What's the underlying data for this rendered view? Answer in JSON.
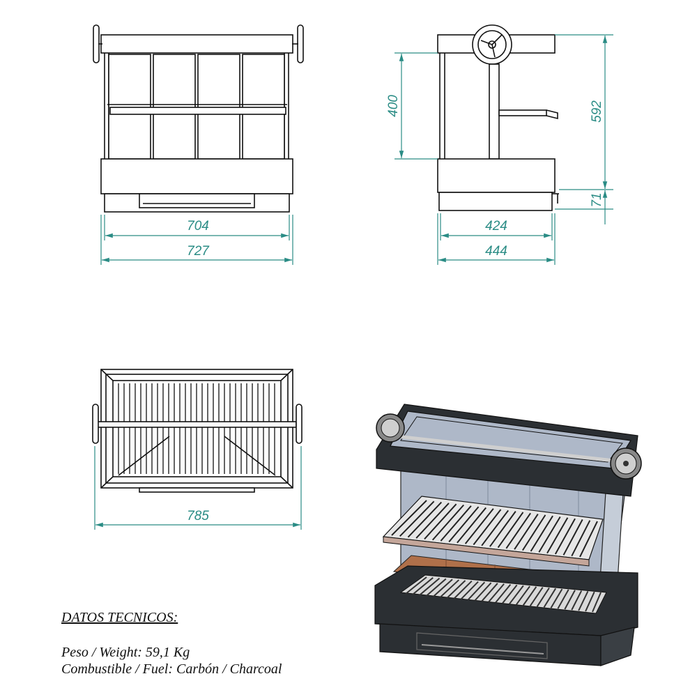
{
  "dimensions": {
    "front_inner_width": "704",
    "front_outer_width": "727",
    "side_inner_width": "424",
    "side_outer_width": "444",
    "side_upper_height": "400",
    "side_total_height": "592",
    "side_drawer_height": "71",
    "top_width": "785"
  },
  "specs": {
    "title": "DATOS TECNICOS:",
    "weight": "Peso / Weight: 59,1 Kg",
    "fuel": "Combustible / Fuel: Carbón /  Charcoal"
  },
  "colors": {
    "dimension": "#2a8c85",
    "line": "#111111",
    "body_dark": "#2b2f33",
    "back_panel": "#aeb8c8",
    "firebrick": "#b0704a",
    "grill": "#e6e6e6"
  }
}
